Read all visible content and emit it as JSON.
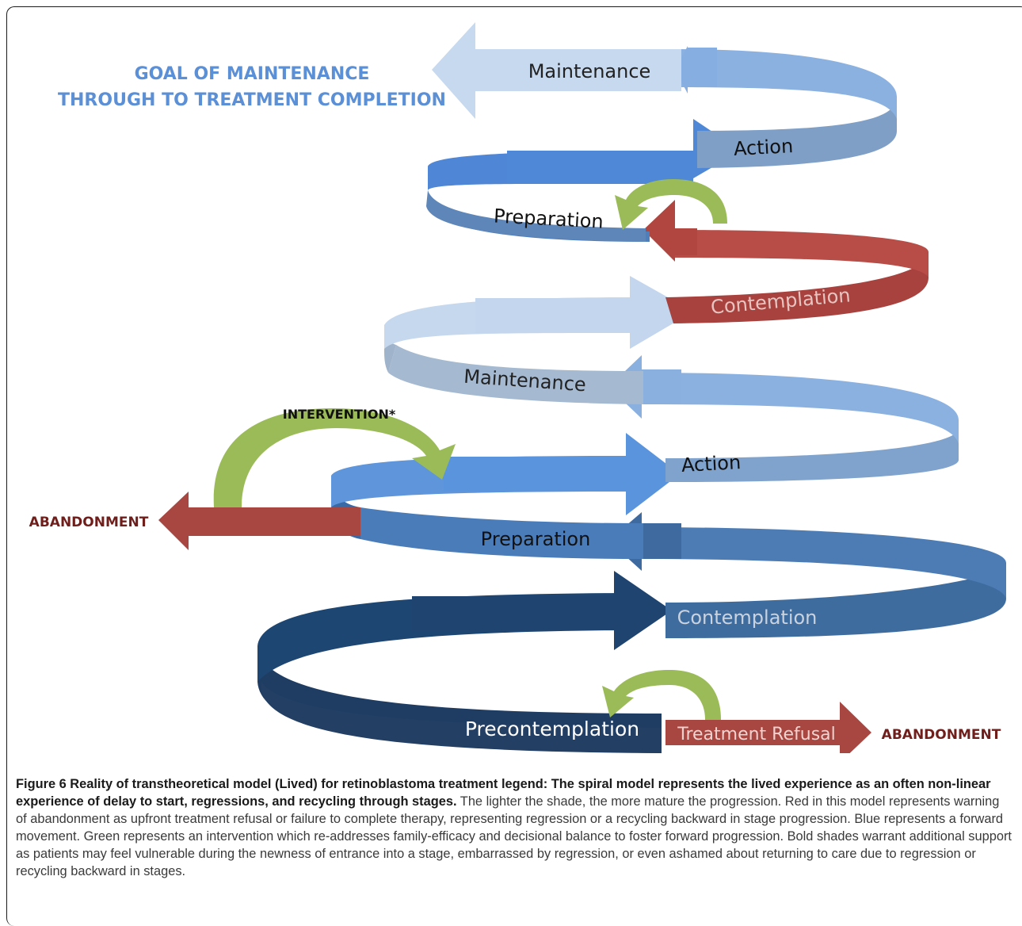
{
  "goal": {
    "line1": "GOAL OF MAINTENANCE",
    "line2": "THROUGH TO TREATMENT COMPLETION"
  },
  "stages": {
    "maintenance_top": "Maintenance",
    "action_top": "Action",
    "preparation_top": "Preparation",
    "contemplation_red": "Contemplation",
    "maintenance_mid": "Maintenance",
    "action_mid": "Action",
    "preparation_mid": "Preparation",
    "contemplation_low": "Contemplation",
    "precontemplation": "Precontemplation",
    "treatment_refusal": "Treatment Refusal"
  },
  "labels": {
    "intervention": "INTERVENTION*",
    "abandonment_left": "ABANDONMENT",
    "abandonment_right": "ABANDONMENT"
  },
  "colors": {
    "lightest_blue": "#c8d9ee",
    "light_blue": "#8fb3e2",
    "mid_blue": "#4f86d4",
    "steel_blue": "#5a82b4",
    "dark_blue": "#234a78",
    "navy": "#1b3658",
    "red": "#a84741",
    "green": "#9bbb59"
  },
  "caption": {
    "bold": "Figure 6 Reality of transtheoretical model (Lived) for retinoblastoma treatment legend: The spiral model represents the lived experience as an often non-linear experience of delay to start, regressions, and recycling through stages.",
    "text": " The lighter the shade, the more mature the progression. Red in this model represents warning of abandonment as upfront treatment refusal or failure to complete therapy, representing regression or a recycling backward in stage progression. Blue represents a forward movement. Green represents an intervention which re-addresses family-efficacy and decisional balance to foster forward progression. Bold shades warrant additional support as patients may feel vulnerable during the newness of entrance into a stage, embarrassed by regression, or even ashamed about returning to care due to regression or recycling backward in stages."
  }
}
